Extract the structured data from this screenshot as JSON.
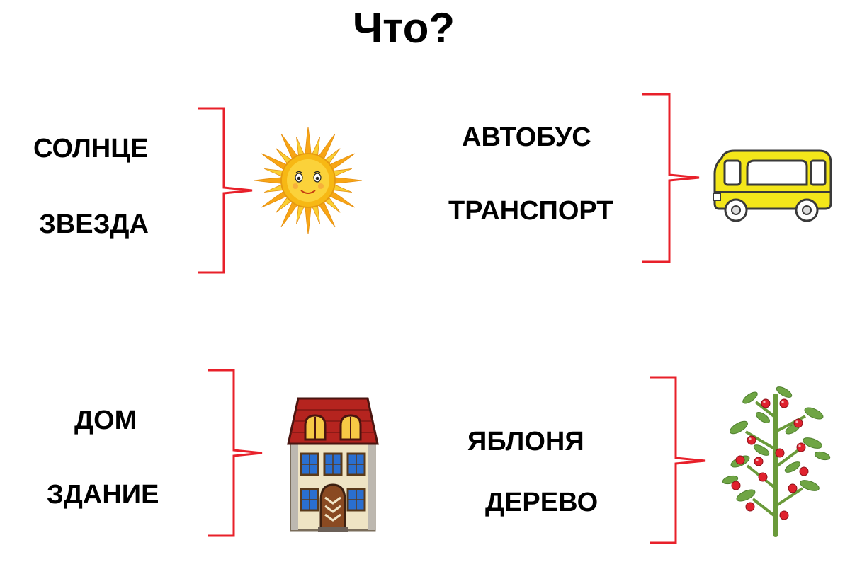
{
  "title": "Что?",
  "groups": [
    {
      "words": [
        "СОЛНЦЕ",
        "ЗВЕЗДА"
      ],
      "icon": "sun-icon"
    },
    {
      "words": [
        "АВТОБУС",
        "ТРАНСПОРТ"
      ],
      "icon": "bus-icon"
    },
    {
      "words": [
        "ДОМ",
        "ЗДАНИЕ"
      ],
      "icon": "house-icon"
    },
    {
      "words": [
        "ЯБЛОНЯ",
        "ДЕРЕВО"
      ],
      "icon": "apple-tree-icon"
    }
  ],
  "colors": {
    "bracket": "#e8202a",
    "sun": "#f7c51c",
    "bus": "#f3e61a",
    "roof": "#b5241f",
    "leaf": "#6fa544",
    "apple": "#e0222e"
  }
}
